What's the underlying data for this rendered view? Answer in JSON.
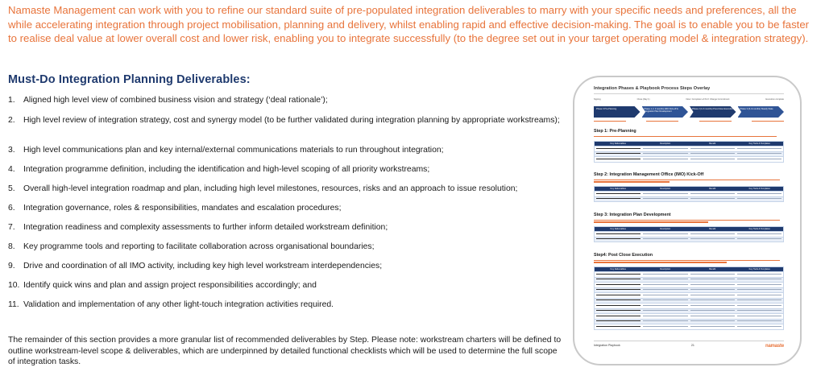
{
  "intro": "Namaste Management can work with you to refine our standard suite of pre-populated integration deliverables to marry with your specific needs and preferences, all the while accelerating integration through project mobilisation, planning and delivery, whilst enabling rapid and effective decision-making. The goal is to enable you to be faster to realise deal value at lower overall cost and lower risk, enabling you to integrate successfully (to the degree set out in your target operating model & integration strategy).",
  "heading": "Must-Do Integration Planning Deliverables:",
  "deliverables": [
    {
      "num": "1.",
      "text": "Aligned high level view of combined business vision and strategy (‘deal rationale’);"
    },
    {
      "num": "2.",
      "text": "High level review of integration strategy, cost and synergy model (to be further validated during integration planning by appropriate workstreams);"
    },
    {
      "num": "3.",
      "text": "High level communications plan and key internal/external communications materials to run throughout integration;"
    },
    {
      "num": "4.",
      "text": "Integration programme definition, including the identification and high-level scoping of all priority workstreams;"
    },
    {
      "num": "5.",
      "text": "Overall high-level integration roadmap and plan, including high level milestones, resources, risks and an approach to issue resolution;"
    },
    {
      "num": "6.",
      "text": "Integration governance, roles & responsibilities, mandates and escalation procedures;"
    },
    {
      "num": "7.",
      "text": "Integration readiness and complexity assessments to further inform detailed workstream definition;"
    },
    {
      "num": "8.",
      "text": "Key programme tools and reporting to facilitate collaboration across organisational boundaries;"
    },
    {
      "num": "9.",
      "text": "Drive and coordination of all IMO activity, including key high level workstream interdependencies;"
    },
    {
      "num": "10.",
      "text": "Identify quick wins and plan and assign project responsibilities accordingly; and"
    },
    {
      "num": "11.",
      "text": "Validation and implementation of any other light-touch integration activities required."
    }
  ],
  "remainder": "The remainder of this section provides a more granular list of recommended deliverables by Step. Please note: workstream charters will be defined to outline workstream-level scope & deliverables, which are underpinned by detailed functional checklists which will be used to determine the full scope of integration tasks.",
  "thumbnail": {
    "title": "Integration Phases & Playbook Process Steps Overlay",
    "milestones": [
      "Signing",
      "Close (Day 1)",
      "New / Complete\nLvl Perf. Change Commitment",
      "Execution complete"
    ],
    "phases": [
      "Phase 0\nPre-Planning",
      "Phase 1 (< 3 months)\nIMO Kick-off & Integration Plan Development",
      "Phase 2 (3–6 months)\nPost-Close Execution",
      "Phase 3 (6–9 months)\nSteady State"
    ],
    "steps": [
      "Step 1: Pre-Planning",
      "Step 2: Integration Management Office (IMO) Kick-Off",
      "Step 3: Integration Plan Development",
      "Step4: Post Close Execution"
    ],
    "table_headers": [
      "Key Deliverables",
      "Description",
      "Benefit",
      "Key Tools & Templates"
    ],
    "footer_left": "Integration Playbook",
    "footer_page": "21",
    "logo_text": "namaste"
  }
}
